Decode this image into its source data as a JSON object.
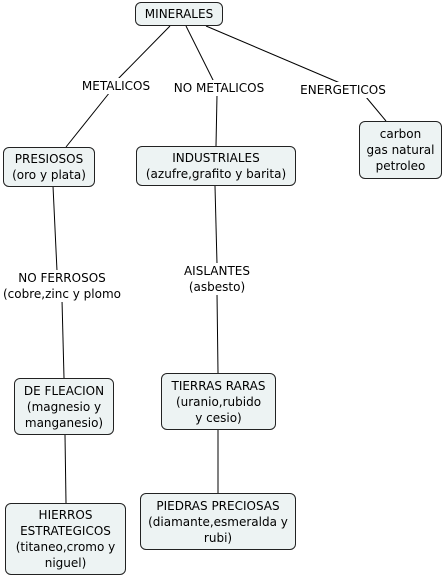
{
  "root": {
    "lines": [
      "MINERALES"
    ]
  },
  "branches": {
    "metalicos": {
      "lines": [
        "METALICOS"
      ]
    },
    "no_metalicos": {
      "lines": [
        "NO METALICOS"
      ]
    },
    "energeticos": {
      "lines": [
        "ENERGETICOS"
      ]
    }
  },
  "nodes": {
    "presiosos": {
      "lines": [
        "PRESIOSOS",
        "(oro y plata)"
      ]
    },
    "industriales": {
      "lines": [
        "INDUSTRIALES",
        "(azufre,grafito y barita)"
      ]
    },
    "energeticos_box": {
      "lines": [
        "carbon",
        "gas natural",
        "petroleo"
      ]
    },
    "de_fleacion": {
      "lines": [
        "DE FLEACION",
        "(magnesio y",
        "manganesio)"
      ]
    },
    "tierras_raras": {
      "lines": [
        "TIERRAS RARAS",
        "(uranio,rubido",
        "y cesio)"
      ]
    },
    "hierros": {
      "lines": [
        "HIERROS",
        "ESTRATEGICOS",
        "(titaneo,cromo y",
        "niguel)"
      ]
    },
    "piedras": {
      "lines": [
        "PIEDRAS PRECIOSAS",
        "(diamante,esmeralda y",
        "rubi)"
      ]
    }
  },
  "labels": {
    "no_ferrosos": {
      "lines": [
        "NO FERROSOS",
        "(cobre,zinc y plomo"
      ]
    },
    "aislantes": {
      "lines": [
        "AISLANTES",
        "(asbesto)"
      ]
    }
  }
}
